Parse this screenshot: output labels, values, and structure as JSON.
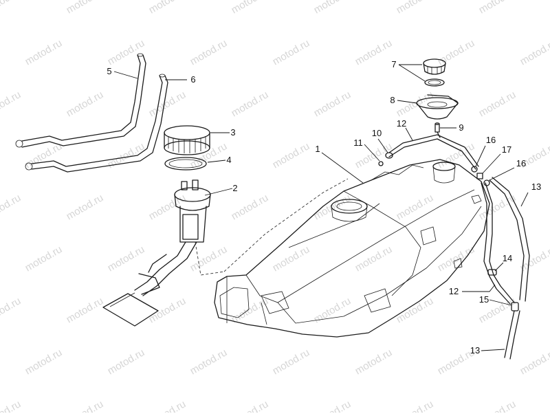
{
  "watermark": {
    "text": "motod.ru"
  },
  "callouts": {
    "c1": "1",
    "c2": "2",
    "c3": "3",
    "c4": "4",
    "c5": "5",
    "c6": "6",
    "c7": "7",
    "c8": "8",
    "c9": "9",
    "c10": "10",
    "c11": "11",
    "c12a": "12",
    "c12b": "12",
    "c13a": "13",
    "c13b": "13",
    "c14": "14",
    "c15": "15",
    "c16a": "16",
    "c16b": "16",
    "c17": "17"
  }
}
